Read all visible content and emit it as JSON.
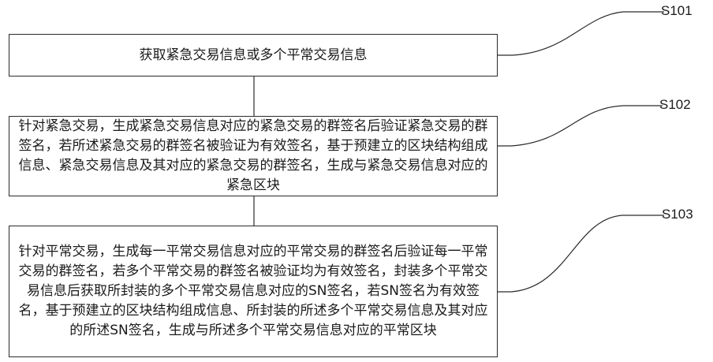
{
  "steps": [
    {
      "label": "S101",
      "text": "获取紧急交易信息或多个平常交易信息"
    },
    {
      "label": "S102",
      "text": "针对紧急交易，生成紧急交易信息对应的紧急交易的群签名后验证紧急交易的群签名，若所述紧急交易的群签名被验证为有效签名，基于预建立的区块结构组成信息、紧急交易信息及其对应的紧急交易的群签名，生成与紧急交易信息对应的紧急区块"
    },
    {
      "label": "S103",
      "text": "针对平常交易，生成每一平常交易信息对应的平常交易的群签名后验证每一平常交易的群签名，若多个平常交易的群签名被验证均为有效签名，封装多个平常交易信息后获取所封装的多个平常交易信息对应的SN签名，若SN签名为有效签名，基于预建立的区块结构组成信息、所封装的所述多个平常交易信息及其对应的所述SN签名，生成与所述多个平常交易信息对应的平常区块"
    }
  ]
}
